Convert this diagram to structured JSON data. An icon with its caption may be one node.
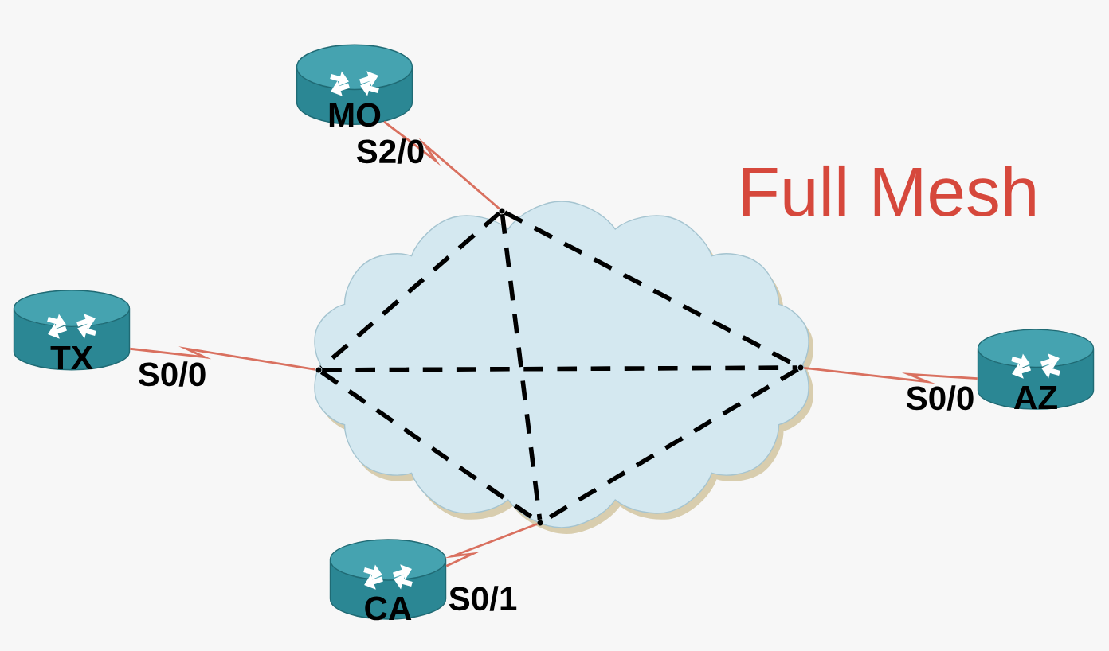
{
  "diagram": {
    "nodes": [
      {
        "text": [
          "MO"
        ],
        "beside": [
          "S2/0"
        ]
      },
      {
        "text": [
          "TX"
        ],
        "beside": [
          "S0/0"
        ]
      },
      {
        "text": [
          "AZ"
        ],
        "beside": [
          "S0/0"
        ]
      },
      {
        "text": [
          "CA"
        ],
        "beside": [
          "S0/1"
        ]
      },
      {
        "text": [],
        "shape": "cloud"
      },
      {
        "text": [],
        "shape": "point",
        "in": 4
      },
      {
        "text": [],
        "shape": "point",
        "in": 4
      },
      {
        "text": [],
        "shape": "point",
        "in": 4
      },
      {
        "text": [],
        "shape": "point",
        "in": 4
      }
    ],
    "edges": [
      {
        "from": 0,
        "to": 5,
        "arrow": "none",
        "color": "#d9705f"
      },
      {
        "from": 1,
        "to": 6,
        "arrow": "none",
        "color": "#d9705f"
      },
      {
        "from": 2,
        "to": 7,
        "arrow": "none",
        "color": "#d9705f"
      },
      {
        "from": 3,
        "to": 8,
        "arrow": "none",
        "color": "#d9705f"
      },
      {
        "from": 5,
        "to": 6,
        "arrow": "none",
        "style": "dashed"
      },
      {
        "from": 5,
        "to": 7,
        "arrow": "none",
        "style": "dashed"
      },
      {
        "from": 5,
        "to": 8,
        "arrow": "none",
        "style": "dashed"
      },
      {
        "from": 6,
        "to": 7,
        "arrow": "none",
        "style": "dashed"
      },
      {
        "from": 6,
        "to": 8,
        "arrow": "none",
        "style": "dashed"
      },
      {
        "from": 7,
        "to": 8,
        "arrow": "none",
        "style": "dashed"
      }
    ],
    "labels": [
      "Full Mesh"
    ]
  }
}
